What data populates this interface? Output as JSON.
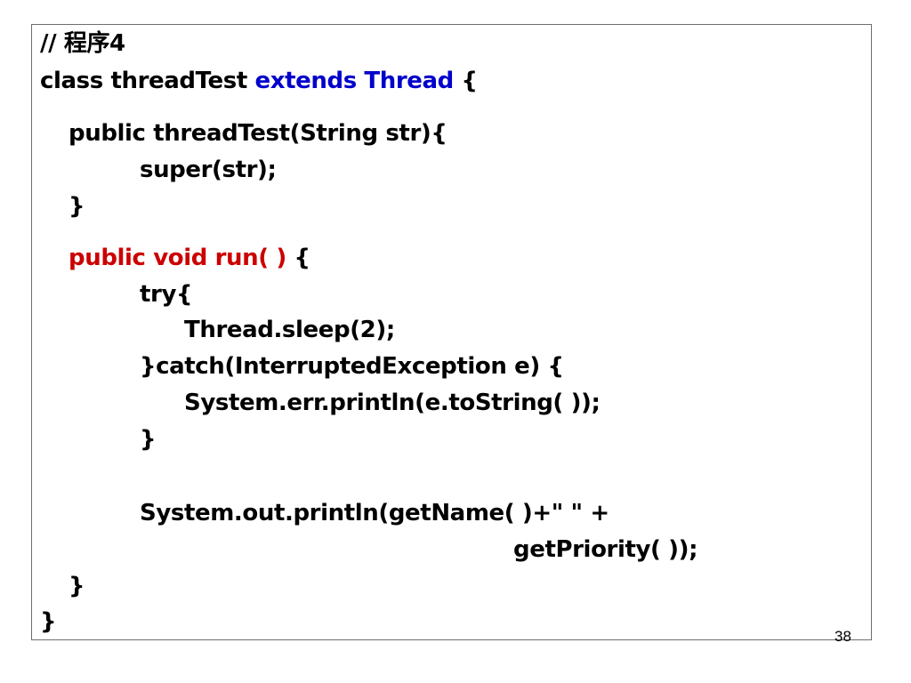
{
  "slide": {
    "comment": "// 程序4",
    "class_decl": {
      "prefix": "class threadTest ",
      "keyword": "extends Thread",
      "suffix": " {"
    },
    "constructor_sig": "public threadTest(String str){",
    "constructor_body": "super(str);",
    "constructor_close": "}",
    "run_decl": {
      "signature": "public void run( )",
      "suffix": " {"
    },
    "try_open": "try{",
    "sleep_call": "Thread.sleep(2);",
    "catch_clause": "}catch(InterruptedException e) {",
    "err_print": "System.err.println(e.toString( ));",
    "catch_close": "}",
    "out_print": "System.out.println(getName( )+\" \" +",
    "out_print_cont": "getPriority( ));",
    "run_close": "}",
    "class_close": "}",
    "page_number": "38"
  },
  "colors": {
    "keyword_extends": "#0000cc",
    "run_signature": "#cc0000",
    "text": "#000000",
    "frame_border": "#6e6e6e"
  }
}
